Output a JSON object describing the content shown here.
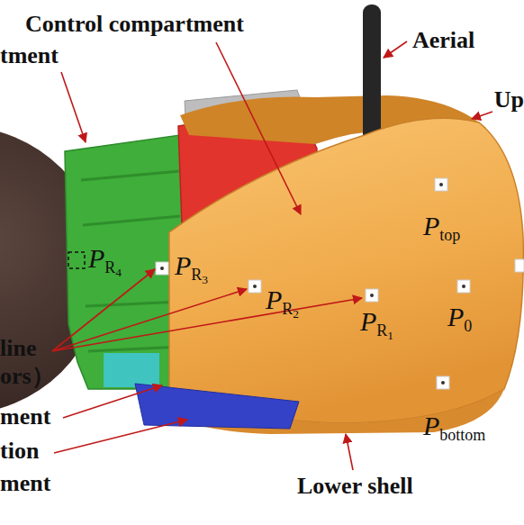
{
  "diagram": {
    "labels": [
      "Control compartment",
      "tment",
      "Aerial",
      "Up",
      "Ptop",
      "PR4",
      "PR3",
      "PR2",
      "PR1",
      "P0",
      "line",
      "ors）",
      "ment",
      "tion",
      "ment",
      "Pbottom",
      "Lower shell"
    ]
  }
}
